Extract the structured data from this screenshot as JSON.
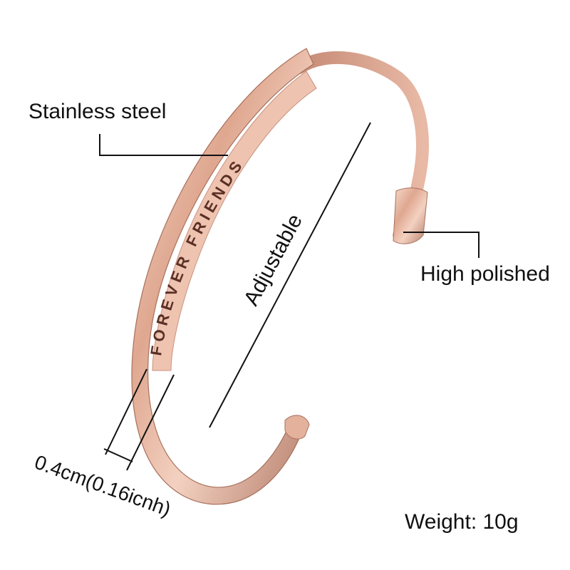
{
  "labels": {
    "material": "Stainless steel",
    "adjustable": "Adjustable",
    "finish": "High polished",
    "width": "0.4cm(0.16icnh)",
    "weight": "Weight: 10g"
  },
  "engraving": "FOREVER FRIENDS",
  "colors": {
    "rose_gold_light": "#f3d1c1",
    "rose_gold_mid": "#d9a08a",
    "rose_gold_dark": "#a8705c",
    "engraving": "#5a3026",
    "line": "#111111"
  }
}
